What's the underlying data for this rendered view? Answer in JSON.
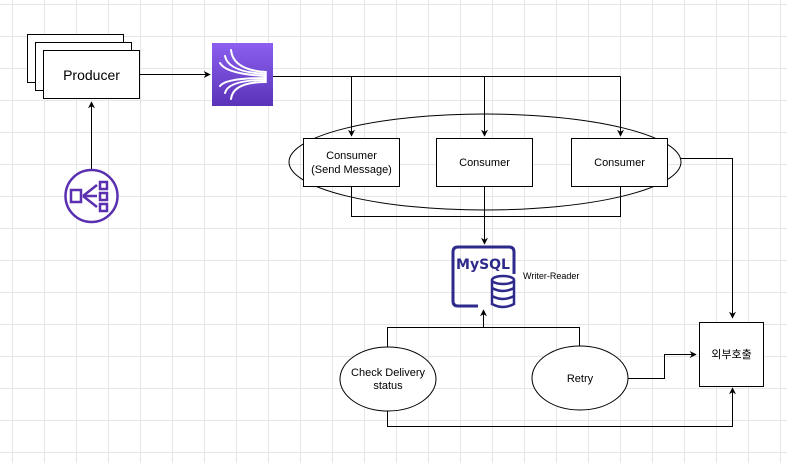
{
  "nodes": {
    "producer": {
      "label": "Producer"
    },
    "stream": {
      "icon": "kinesis-stream-icon"
    },
    "step_functions": {
      "icon": "step-functions-icon"
    },
    "consumer_1": {
      "line1": "Consumer",
      "line2": "(Send Message)"
    },
    "consumer_2": {
      "label": "Consumer"
    },
    "consumer_3": {
      "label": "Consumer"
    },
    "mysql": {
      "label": "MySQL",
      "note": "Writer-Reader"
    },
    "check_delivery": {
      "line1": "Check Delivery",
      "line2": "status"
    },
    "retry": {
      "label": "Retry"
    },
    "external_call": {
      "label": "외부호출"
    }
  },
  "colors": {
    "purple_top": "#8c5ff0",
    "purple_bottom": "#5a33b8",
    "icon_stroke": "#5a2fb0",
    "mysql_blue": "#2e2a8c"
  }
}
